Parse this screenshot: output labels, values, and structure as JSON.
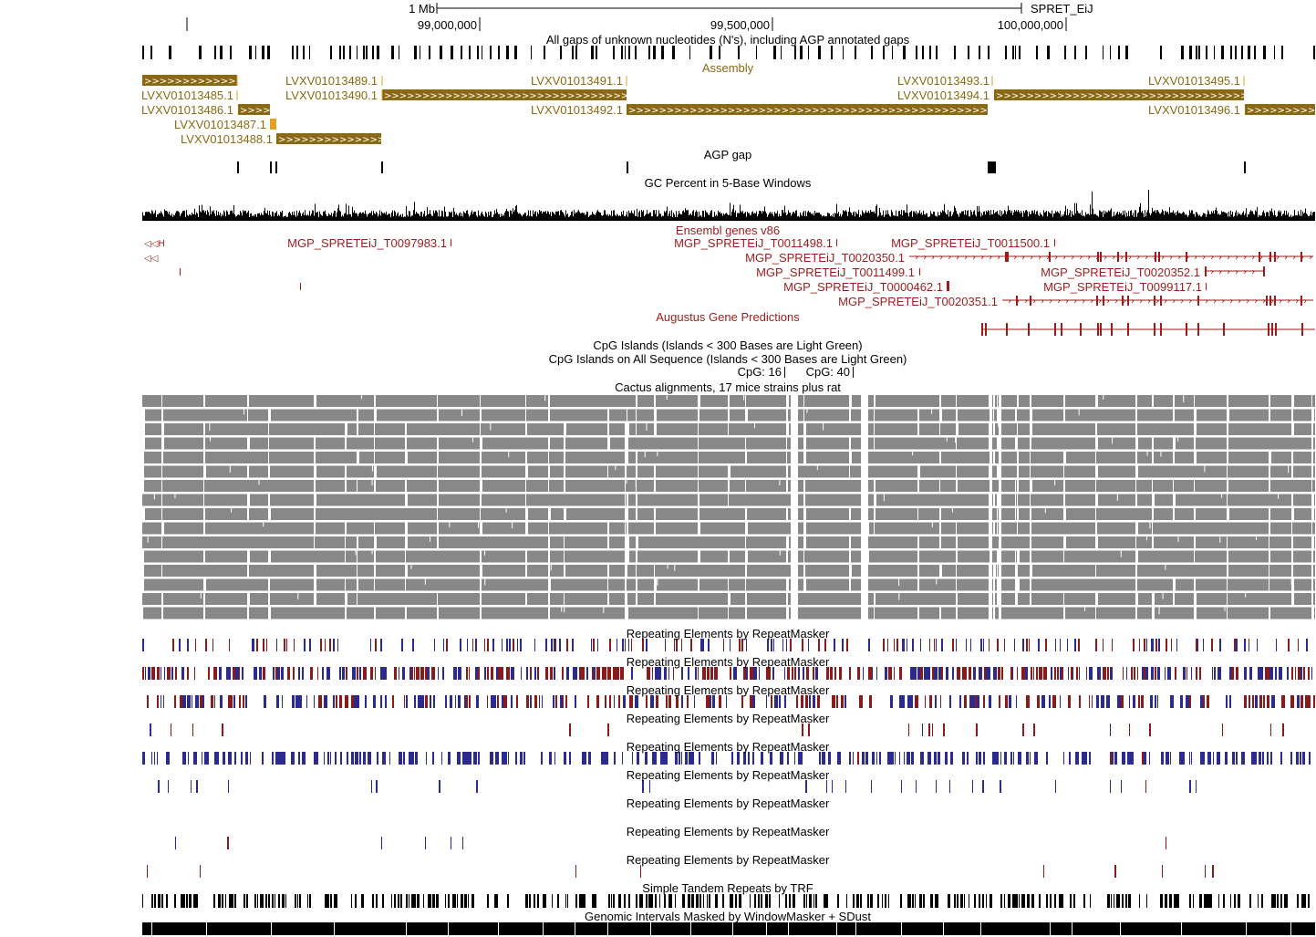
{
  "ruler": {
    "scale_label": "1 Mb",
    "assembly_label": "SPRET_EiJ",
    "ticks": [
      "99,000,000",
      "99,500,000",
      "100,000,000"
    ]
  },
  "tracks": {
    "gap_title": "All gaps of unknown nucleotides (N's), including AGP annotated gaps",
    "assembly_title": "Assembly",
    "agp_title": "AGP gap",
    "gc_title": "GC Percent in 5-Base Windows",
    "ensembl_title": "Ensembl genes v86",
    "augustus_title": "Augustus Gene Predictions",
    "cpg_title": "CpG Islands (Islands < 300 Bases are Light Green)",
    "cpg_all_title": "CpG Islands on All Sequence (Islands < 300 Bases are Light Green)",
    "cactus_title": "Cactus alignments, 17 mice strains plus rat",
    "rmsk_title": "Repeating Elements by RepeatMasker",
    "trf_title": "Simple Tandem Repeats by TRF",
    "wm_title": "Genomic Intervals Masked by WindowMasker + SDust"
  },
  "assembly_items": [
    "LVXV01013485.1",
    "LVXV01013486.1",
    "LVXV01013487.1",
    "LVXV01013488.1",
    "LVXV01013489.1",
    "LVXV01013490.1",
    "LVXV01013491.1",
    "LVXV01013492.1",
    "LVXV01013493.1",
    "LVXV01013494.1",
    "LVXV01013495.1",
    "LVXV01013496.1"
  ],
  "ensembl_items": [
    "MGP_SPRETEiJ_T0097983.1",
    "MGP_SPRETEiJ_T0011498.1",
    "MGP_SPRETEiJ_T0011500.1",
    "MGP_SPRETEiJ_T0020350.1",
    "MGP_SPRETEiJ_T0011499.1",
    "MGP_SPRETEiJ_T0020352.1",
    "MGP_SPRETEiJ_T0000462.1",
    "MGP_SPRETEiJ_T0099117.1",
    "MGP_SPRETEiJ_T0020351.1"
  ],
  "cpg_items": [
    "CpG: 16",
    "CpG: 40"
  ],
  "colors": {
    "assembly": "#8b6914",
    "assembly_light": "#e0a020",
    "gene": "#9b1c1c",
    "cactus": "#888888",
    "repeat_blue": "#2b2b8f",
    "repeat_red": "#8b1a1a"
  }
}
